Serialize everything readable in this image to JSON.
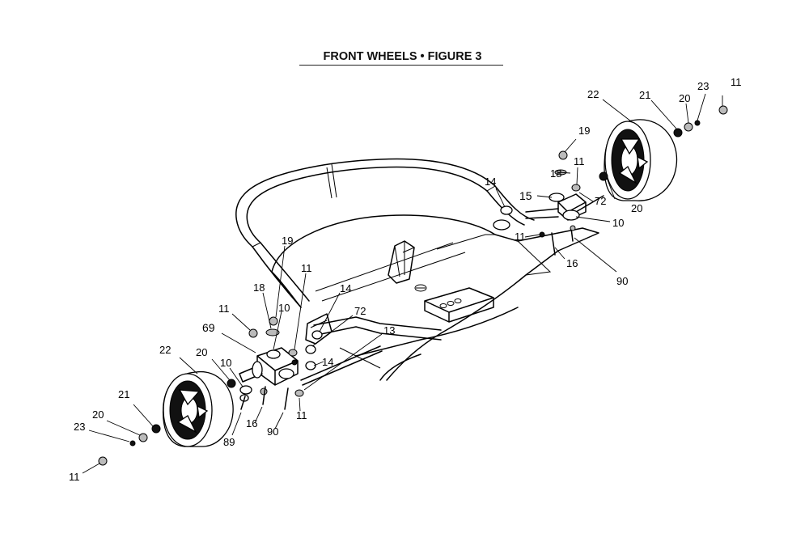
{
  "title": "FRONT WHEELS  •  FIGURE 3",
  "callouts": {
    "r11_top": "11",
    "r23": "23",
    "r20_top": "20",
    "r21": "21",
    "r22": "22",
    "r19": "19",
    "r18": "18",
    "r11_b": "11",
    "r14": "14",
    "r15": "15",
    "r72": "72",
    "r20_b": "20",
    "r10": "10",
    "r11_c": "11",
    "r16": "16",
    "r90": "90",
    "l19": "19",
    "l18": "18",
    "l11_a": "11",
    "l10_a": "10",
    "l11_b": "11",
    "l14_a": "14",
    "l72": "72",
    "l69": "69",
    "l13": "13",
    "l22": "22",
    "l20_a": "20",
    "l10_b": "10",
    "l14_b": "14",
    "l21": "21",
    "l20_b": "20",
    "l23": "23",
    "l11_bottom": "11",
    "l89": "89",
    "l16": "16",
    "l90": "90",
    "l11_d": "11"
  }
}
